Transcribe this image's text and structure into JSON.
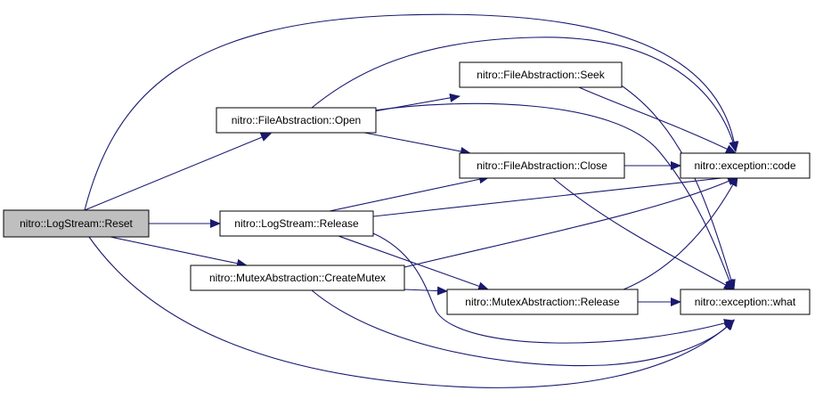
{
  "colors": {
    "edge": "#191970",
    "node_fill": "#ffffff",
    "root_fill": "#bfbfbf",
    "node_border": "#000000"
  },
  "nodes": [
    {
      "id": "reset",
      "label": "nitro::LogStream::Reset",
      "root": true
    },
    {
      "id": "fa_open",
      "label": "nitro::FileAbstraction::Open"
    },
    {
      "id": "ls_release",
      "label": "nitro::LogStream::Release"
    },
    {
      "id": "ma_create",
      "label": "nitro::MutexAbstraction::CreateMutex"
    },
    {
      "id": "fa_seek",
      "label": "nitro::FileAbstraction::Seek"
    },
    {
      "id": "fa_close",
      "label": "nitro::FileAbstraction::Close"
    },
    {
      "id": "ma_release",
      "label": "nitro::MutexAbstraction::Release"
    },
    {
      "id": "ex_code",
      "label": "nitro::exception::code"
    },
    {
      "id": "ex_what",
      "label": "nitro::exception::what"
    }
  ],
  "edges": [
    {
      "from": "reset",
      "to": "fa_open"
    },
    {
      "from": "reset",
      "to": "ls_release"
    },
    {
      "from": "reset",
      "to": "ma_create"
    },
    {
      "from": "reset",
      "to": "ex_code"
    },
    {
      "from": "reset",
      "to": "ex_what"
    },
    {
      "from": "fa_open",
      "to": "fa_seek"
    },
    {
      "from": "fa_open",
      "to": "fa_close"
    },
    {
      "from": "fa_open",
      "to": "ex_code"
    },
    {
      "from": "fa_open",
      "to": "ex_what"
    },
    {
      "from": "ls_release",
      "to": "fa_close"
    },
    {
      "from": "ls_release",
      "to": "ma_release"
    },
    {
      "from": "ls_release",
      "to": "ex_code"
    },
    {
      "from": "ls_release",
      "to": "ex_what"
    },
    {
      "from": "ma_create",
      "to": "ma_release"
    },
    {
      "from": "ma_create",
      "to": "ex_code"
    },
    {
      "from": "ma_create",
      "to": "ex_what"
    },
    {
      "from": "fa_seek",
      "to": "ex_code"
    },
    {
      "from": "fa_seek",
      "to": "ex_what"
    },
    {
      "from": "fa_close",
      "to": "ex_code"
    },
    {
      "from": "fa_close",
      "to": "ex_what"
    },
    {
      "from": "ma_release",
      "to": "ex_code"
    },
    {
      "from": "ma_release",
      "to": "ex_what"
    }
  ]
}
